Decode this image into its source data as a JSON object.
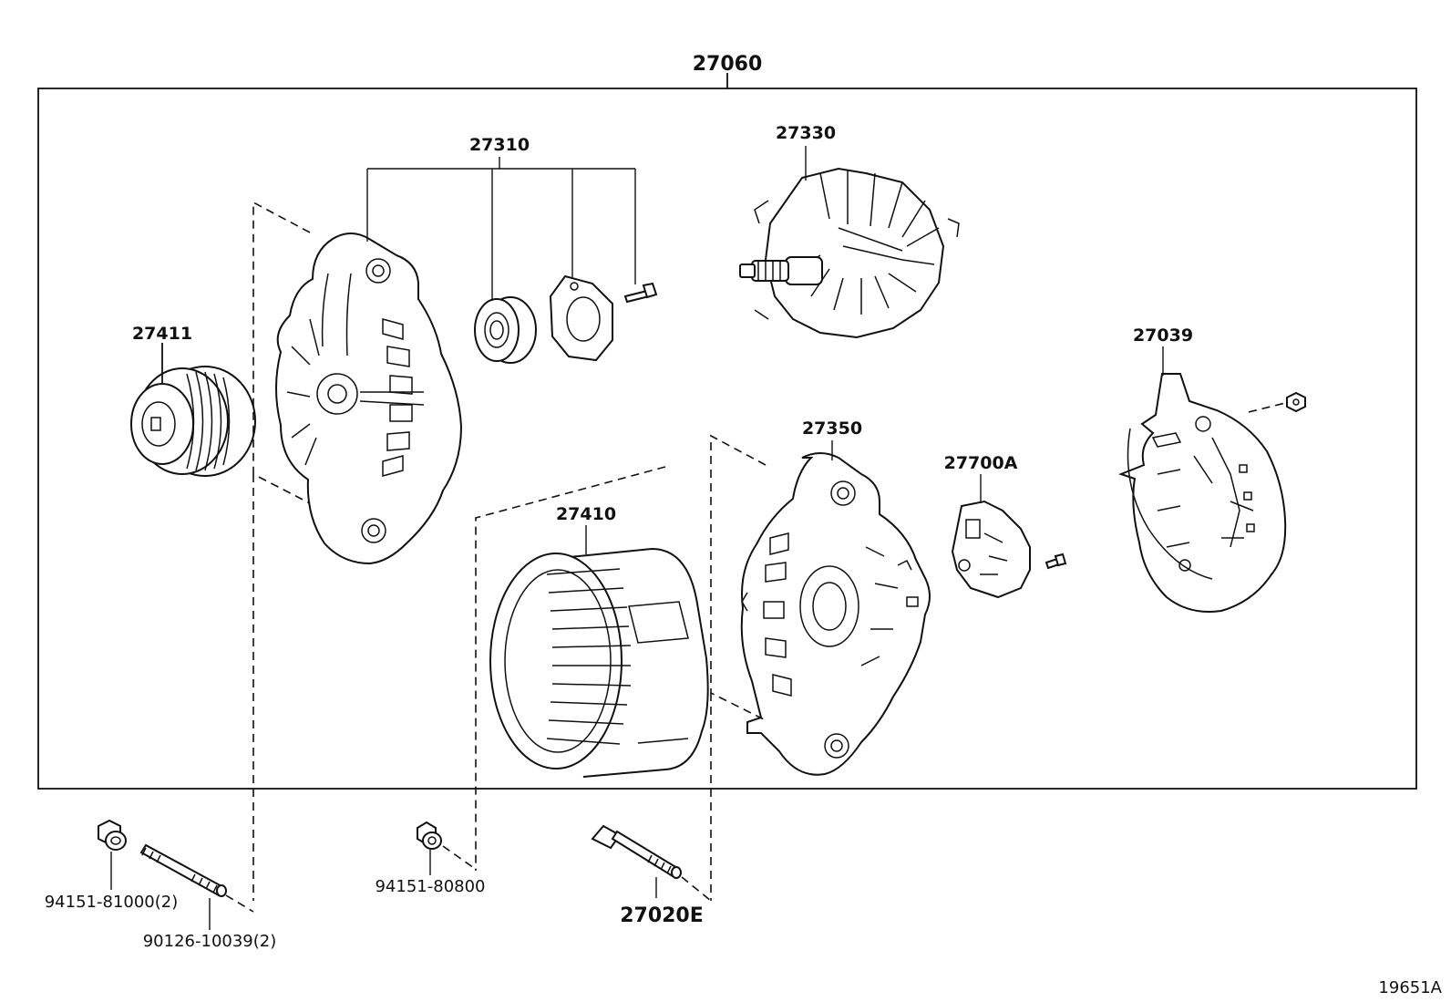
{
  "assembly_number": "27060",
  "figure_id": "19651A",
  "parts": {
    "drive_end_frame": "27310",
    "rotor": "27330",
    "pulley": "27411",
    "rectifier_end_frame": "27039",
    "stator_frame": "27350",
    "brush_holder": "27700A",
    "stator": "27410",
    "nut_1": "94151-81000(2)",
    "stud_bolt": "90126-10039(2)",
    "nut_2": "94151-80800",
    "through_bolt": "27020E"
  }
}
